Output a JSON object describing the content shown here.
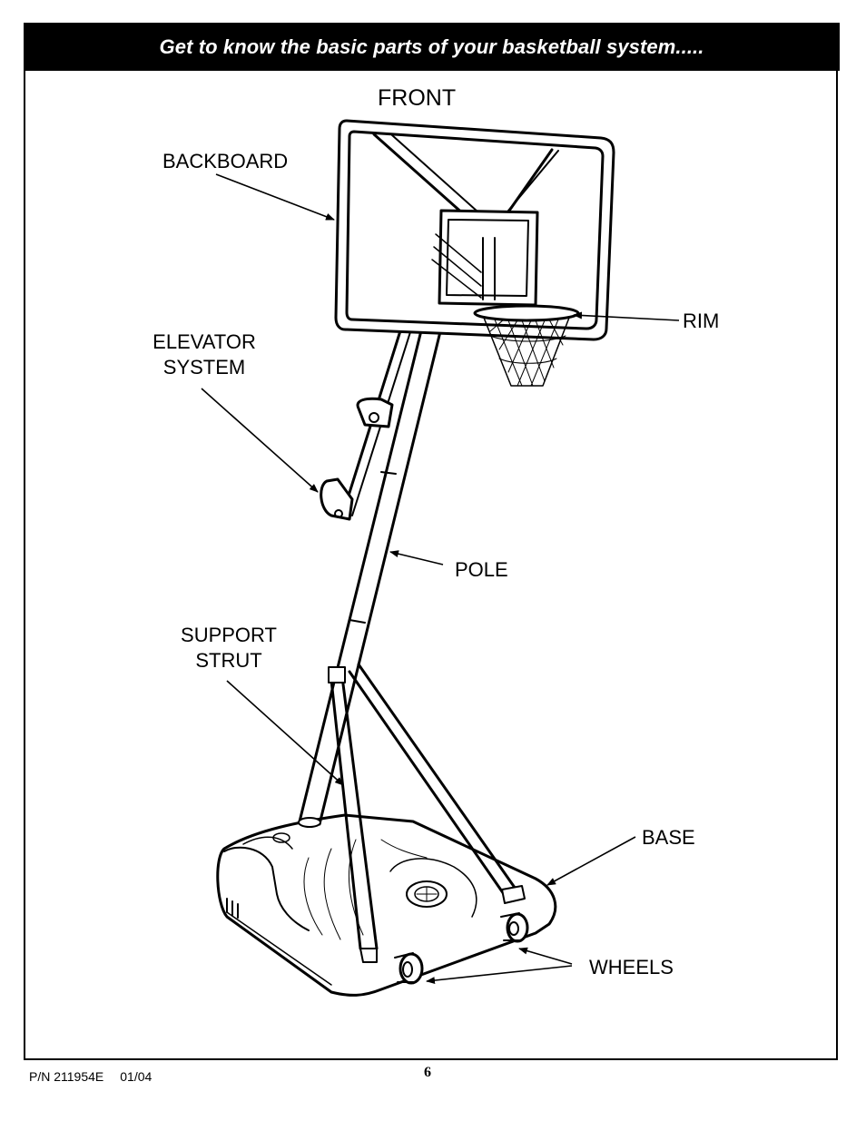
{
  "header": {
    "title": "Get to know the basic parts of your basketball system....."
  },
  "diagram": {
    "view_label": "FRONT",
    "labels": {
      "backboard": "BACKBOARD",
      "rim": "RIM",
      "elevator_line1": "ELEVATOR",
      "elevator_line2": "SYSTEM",
      "pole": "POLE",
      "strut_line1": "SUPPORT",
      "strut_line2": "STRUT",
      "base": "BASE",
      "wheels": "WHEELS"
    }
  },
  "footer": {
    "part_number": "P/N 211954E",
    "date": "01/04",
    "page": "6"
  }
}
